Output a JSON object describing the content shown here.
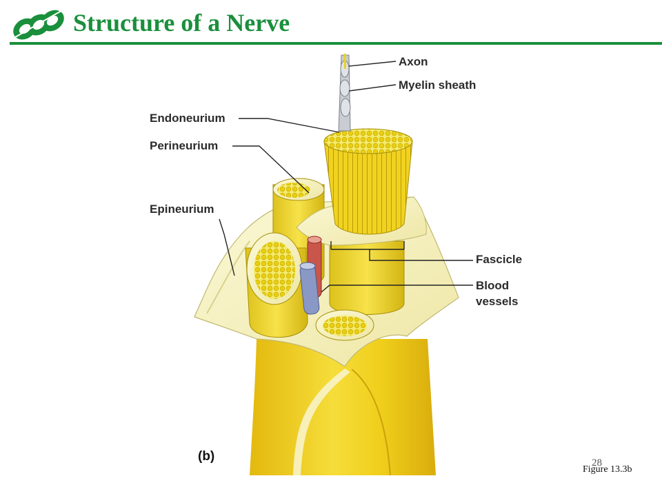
{
  "slide": {
    "title": "Structure of a Nerve",
    "page_number": "28",
    "figure_ref": "Figure 13.3b",
    "colors": {
      "title": "#1a8f3c",
      "rule": "#1a8f3c",
      "logo": "#1a8f3c"
    }
  },
  "logo": {
    "icon": "ccc-logo-icon"
  },
  "figure": {
    "panel_letter": "(b)",
    "labels": {
      "axon": "Axon",
      "myelin_sheath": "Myelin sheath",
      "endoneurium": "Endoneurium",
      "perineurium": "Perineurium",
      "epineurium": "Epineurium",
      "fascicle": "Fascicle",
      "blood_vessels_line1": "Blood",
      "blood_vessels_line2": "vessels"
    },
    "colors": {
      "nerve_yellow": "#f2d21a",
      "sheath_cream": "#f7f3c0",
      "artery_red": "#c9564a",
      "vein_blue": "#8a98c6",
      "axon_gray": "#c9ccd2"
    }
  }
}
